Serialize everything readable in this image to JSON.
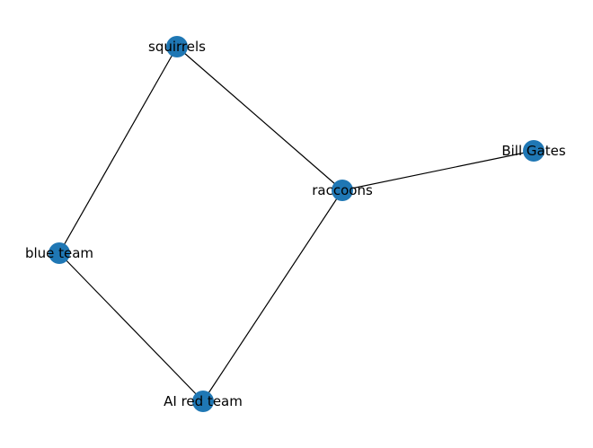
{
  "graph": {
    "node_color": "#1f77b4",
    "edge_color": "#000000",
    "nodes": [
      {
        "id": "squirrels",
        "label": "squirrels"
      },
      {
        "id": "raccoons",
        "label": "raccoons"
      },
      {
        "id": "bill_gates",
        "label": "Bill Gates"
      },
      {
        "id": "blue_team",
        "label": "blue team"
      },
      {
        "id": "ai_red_team",
        "label": "AI red team"
      }
    ],
    "edges": [
      {
        "source": "squirrels",
        "target": "raccoons"
      },
      {
        "source": "squirrels",
        "target": "blue_team"
      },
      {
        "source": "raccoons",
        "target": "bill_gates"
      },
      {
        "source": "raccoons",
        "target": "ai_red_team"
      },
      {
        "source": "blue_team",
        "target": "ai_red_team"
      }
    ]
  }
}
